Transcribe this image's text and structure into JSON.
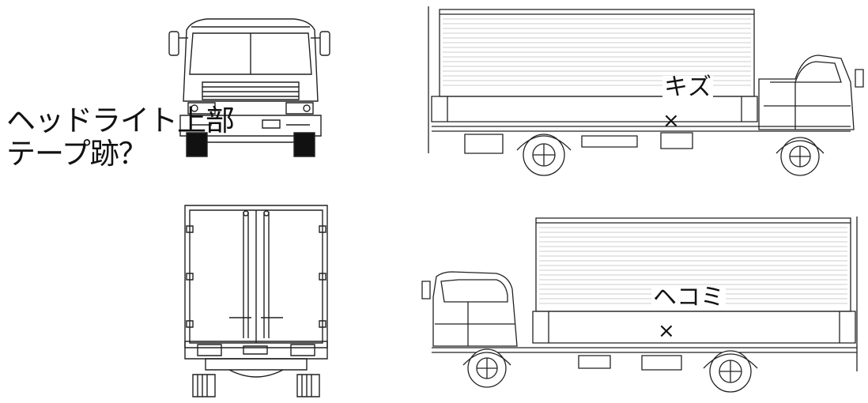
{
  "annotations": {
    "front_note_line1": "ヘッドライト上部",
    "front_note_line2": "テープ跡？",
    "right_side_damage_label": "キズ",
    "left_side_damage_label": "ヘコミ",
    "damage_marker": "×"
  }
}
